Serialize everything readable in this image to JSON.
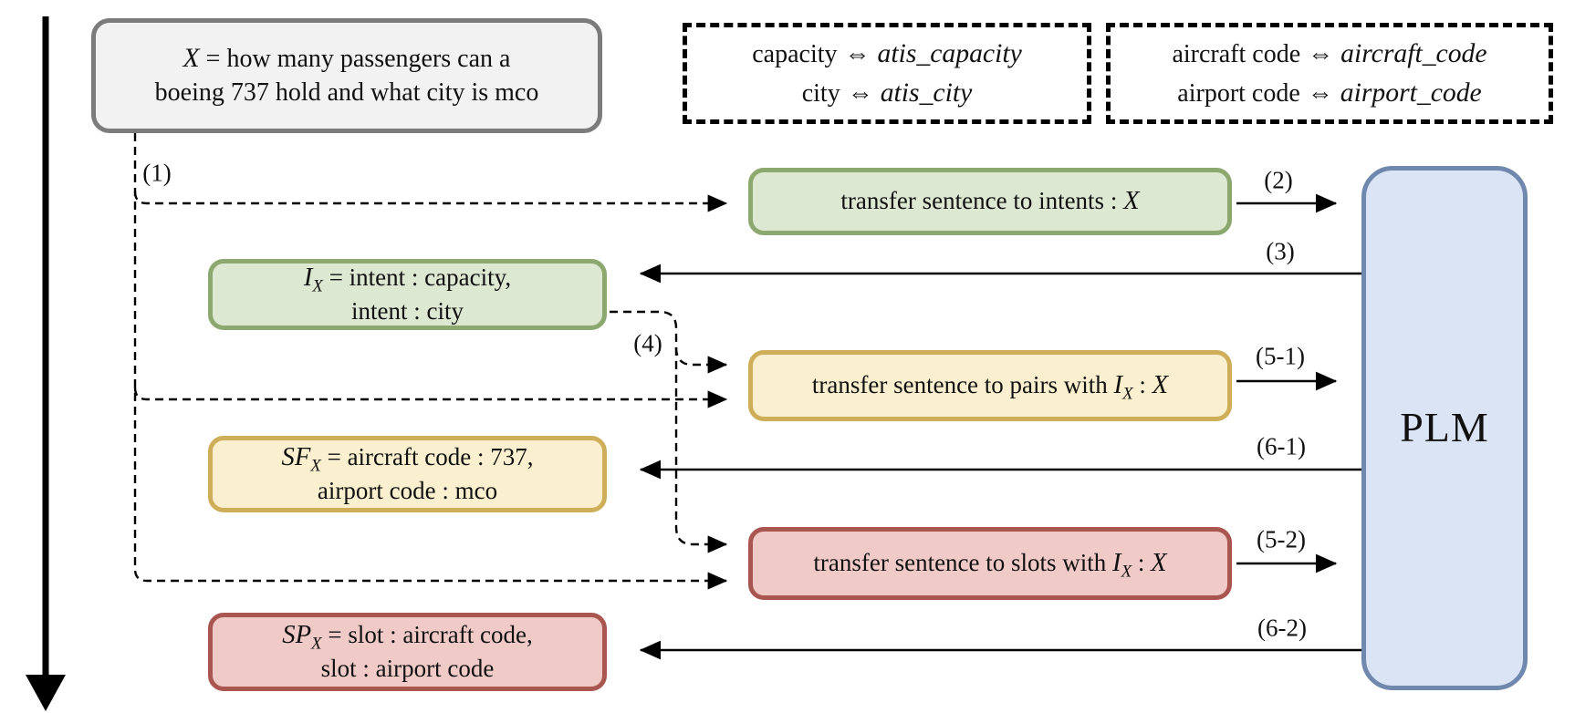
{
  "colors": {
    "gray_border": "#7b7b7b",
    "gray_fill": "#f2f2f2",
    "green_border": "#8ca86e",
    "green_fill": "#dce8d1",
    "yellow_border": "#cfae5a",
    "yellow_fill": "#faf0cf",
    "red_border": "#aa5650",
    "red_fill": "#f0cac6",
    "blue_border": "#7088ad",
    "blue_fill": "#dbe4f4",
    "line": "#000000"
  },
  "input_box": {
    "var": "X",
    "line1_rest": " = how many passengers can a",
    "line2": "boeing 737 hold and what city is mco"
  },
  "legend_intents": {
    "rows": [
      {
        "left": "capacity",
        "arrow": "⇔",
        "right": "atis_capacity"
      },
      {
        "left": "city",
        "arrow": "⇔",
        "right": "atis_city"
      }
    ]
  },
  "legend_slots": {
    "rows": [
      {
        "left": "aircraft code",
        "arrow": "⇔",
        "right": "aircraft_code"
      },
      {
        "left": "airport code",
        "arrow": "⇔",
        "right": "airport_code"
      }
    ]
  },
  "task_intents": {
    "text": "transfer sentence to intents : ",
    "var": "X"
  },
  "result_intents": {
    "var": "I",
    "sub": "X",
    "line1_rest": " = intent : capacity,",
    "line2": "intent : city"
  },
  "task_pairs": {
    "text": "transfer sentence to pairs with ",
    "var1": "I",
    "sub1": "X",
    "sep": " : ",
    "var2": "X"
  },
  "result_pairs": {
    "var": "SF",
    "sub": "X",
    "line1_rest": " = aircraft code : 737,",
    "line2": "airport code : mco"
  },
  "task_slots": {
    "text": "transfer sentence to slots with ",
    "var1": "I",
    "sub1": "X",
    "sep": " : ",
    "var2": "X"
  },
  "result_slots": {
    "var": "SP",
    "sub": "X",
    "line1_rest": " = slot : aircraft code,",
    "line2": "slot : airport code"
  },
  "plm": {
    "label": "PLM"
  },
  "arrow_labels": {
    "s1": "(1)",
    "s2": "(2)",
    "s3": "(3)",
    "s4": "(4)",
    "s51": "(5-1)",
    "s61": "(6-1)",
    "s52": "(5-2)",
    "s62": "(6-2)"
  }
}
